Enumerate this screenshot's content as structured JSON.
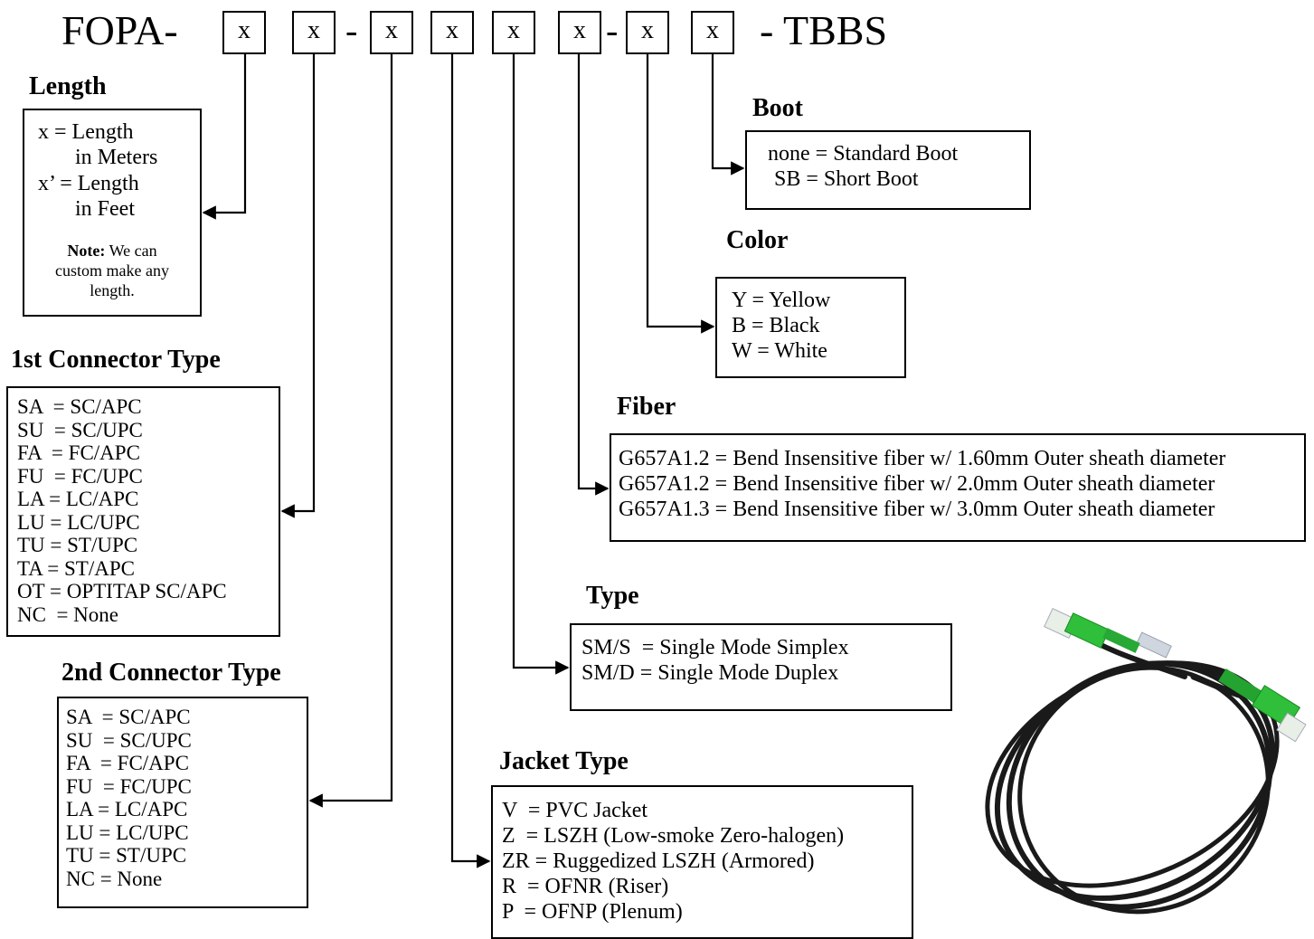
{
  "part_number": {
    "prefix": "FOPA-",
    "slots": [
      "x",
      "x",
      "x",
      "x",
      "x",
      "x",
      "x",
      "x"
    ],
    "dash": "-",
    "suffix": "- TBBS"
  },
  "length": {
    "title": "Length",
    "lines": [
      "x = Length",
      "in Meters",
      "x’ = Length",
      "in Feet"
    ],
    "note_label": "Note:",
    "note_text_1": " We can",
    "note_text_2": "custom make any",
    "note_text_3": "length."
  },
  "connector1": {
    "title": "1st Connector Type",
    "lines": [
      "SA  = SC/APC",
      "SU  = SC/UPC",
      "FA  = FC/APC",
      "FU  = FC/UPC",
      "LA = LC/APC",
      "LU = LC/UPC",
      "TU = ST/UPC",
      "TA = ST/APC",
      "OT = OPTITAP SC/APC",
      "NC  = None"
    ]
  },
  "connector2": {
    "title": "2nd Connector Type",
    "lines": [
      "SA  = SC/APC",
      "SU  = SC/UPC",
      "FA  = FC/APC",
      "FU  = FC/UPC",
      "LA = LC/APC",
      "LU = LC/UPC",
      "TU = ST/UPC",
      "NC = None"
    ]
  },
  "jacket": {
    "title": "Jacket Type",
    "lines": [
      "V  = PVC Jacket",
      "Z  = LSZH (Low-smoke Zero-halogen)",
      "ZR = Ruggedized LSZH (Armored)",
      "R  = OFNR (Riser)",
      "P  = OFNP (Plenum)"
    ]
  },
  "type": {
    "title": "Type",
    "lines": [
      "SM/S  = Single Mode Simplex",
      "SM/D = Single Mode Duplex"
    ]
  },
  "fiber": {
    "title": "Fiber",
    "lines": [
      "G657A1.2 = Bend Insensitive fiber w/ 1.60mm Outer sheath diameter",
      "G657A1.2 = Bend Insensitive fiber w/ 2.0mm Outer sheath diameter",
      "G657A1.3 = Bend Insensitive fiber w/ 3.0mm Outer sheath diameter"
    ]
  },
  "color": {
    "title": "Color",
    "lines": [
      "Y = Yellow",
      "B = Black",
      "W = White"
    ]
  },
  "boot": {
    "title": "Boot",
    "lines": [
      "none  = Standard Boot",
      "SB  = Short Boot"
    ]
  },
  "image": {
    "name": "fiber-patch-cable-photo",
    "connector_color": "#2fbf3a",
    "cable_color": "#1a1a1a"
  }
}
